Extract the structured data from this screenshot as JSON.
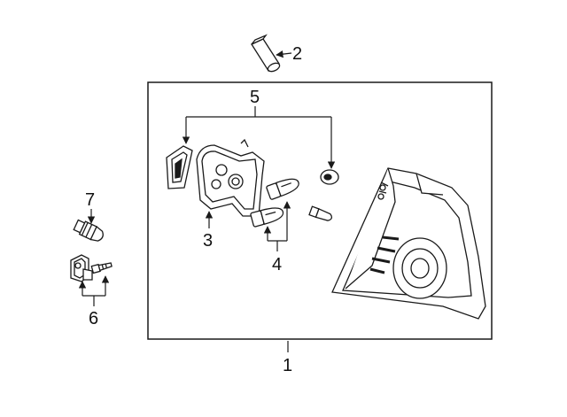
{
  "diagram": {
    "callouts": {
      "c1": "1",
      "c2": "2",
      "c3": "3",
      "c4": "4",
      "c5": "5",
      "c6": "6",
      "c7": "7"
    },
    "parts": [
      {
        "id": "1",
        "icon": "tail-lamp-assembly"
      },
      {
        "id": "2",
        "icon": "standoff-spacer"
      },
      {
        "id": "3",
        "icon": "bulb-socket-carrier"
      },
      {
        "id": "4",
        "icon": "brake-turn-bulbs"
      },
      {
        "id": "5",
        "icon": "gasket-and-grommet"
      },
      {
        "id": "6",
        "icon": "mounting-bracket-and-screw"
      },
      {
        "id": "7",
        "icon": "wedge-bulb-socket"
      }
    ],
    "colors": {
      "line": "#1a1a1a",
      "background": "#ffffff"
    }
  }
}
